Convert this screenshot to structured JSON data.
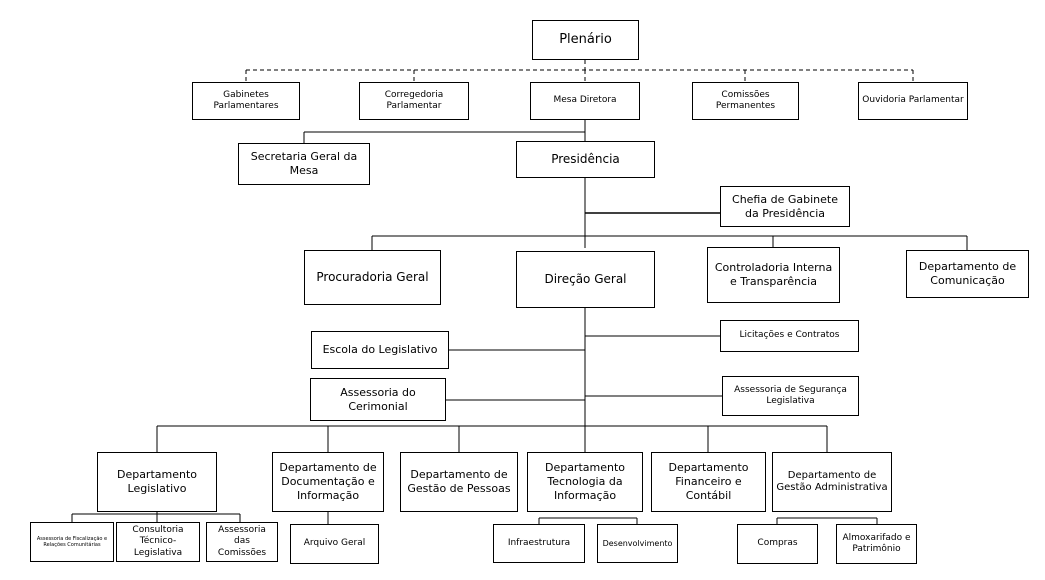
{
  "nodes": {
    "plenario": "Plenário",
    "gabinetes": "Gabinetes Parlamentares",
    "corregedoria": "Corregedoria Parlamentar",
    "mesa": "Mesa Diretora",
    "comissoes_perm": "Comissões Permanentes",
    "ouvidoria": "Ouvidoria Parlamentar",
    "secretaria": "Secretaria Geral da Mesa",
    "presidencia": "Presidência",
    "chefia": "Chefia de Gabinete da Presidência",
    "procuradoria": "Procuradoria Geral",
    "direcao": "Direção Geral",
    "controladoria": "Controladoria Interna e Transparência",
    "comunicacao": "Departamento de Comunicação",
    "licitacoes": "Licitações e Contratos",
    "escola": "Escola do Legislativo",
    "cerimonial": "Assessoria do Cerimonial",
    "seguranca": "Assessoria de Segurança Legislativa",
    "dep_legislativo": "Departamento Legislativo",
    "dep_documentacao": "Departamento de Documentação e Informação",
    "dep_pessoas": "Departamento de Gestão de Pessoas",
    "dep_ti": "Departamento Tecnologia da Informação",
    "dep_financeiro": "Departamento Financeiro e Contábil",
    "dep_administrativa": "Departamento de Gestão Administrativa",
    "fiscalizacao": "Assessoria de Fiscalização e Relações Comunitárias",
    "consultoria": "Consultoria Técnico-Legislativa",
    "assess_comissoes": "Assessoria das Comissões",
    "arquivo": "Arquivo Geral",
    "infraestrutura": "Infraestrutura",
    "desenvolvimento": "Desenvolvimento",
    "compras": "Compras",
    "almoxarifado": "Almoxarifado e Patrimônio"
  },
  "colors": {
    "line": "#000000",
    "box_border": "#000000",
    "background": "#ffffff"
  }
}
